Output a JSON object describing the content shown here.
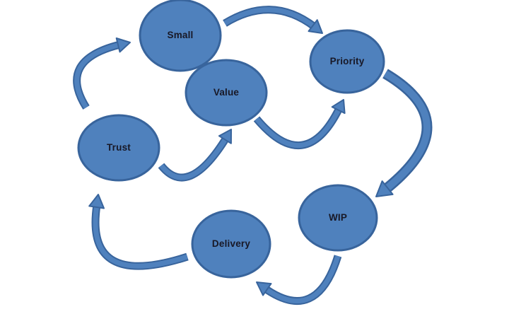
{
  "diagram": {
    "colors": {
      "background": "#ffffff",
      "node_fill": "#4f81bd",
      "node_border": "#38649c",
      "arrow_fill": "#4f81bd",
      "arrow_border": "#38649c",
      "label_color": "#181826"
    },
    "nodes": [
      {
        "label": "Small"
      },
      {
        "label": "Priority"
      },
      {
        "label": "Value"
      },
      {
        "label": "Trust"
      },
      {
        "label": "WIP"
      },
      {
        "label": "Delivery"
      }
    ],
    "flows": [
      {
        "from": "Trust",
        "to": "Small"
      },
      {
        "from": "Small",
        "to": "Priority"
      },
      {
        "from": "Trust",
        "to": "Value"
      },
      {
        "from": "Value",
        "to": "Priority"
      },
      {
        "from": "Priority",
        "to": "WIP"
      },
      {
        "from": "WIP",
        "to": "Delivery"
      },
      {
        "from": "Delivery",
        "to": "Trust"
      }
    ]
  }
}
